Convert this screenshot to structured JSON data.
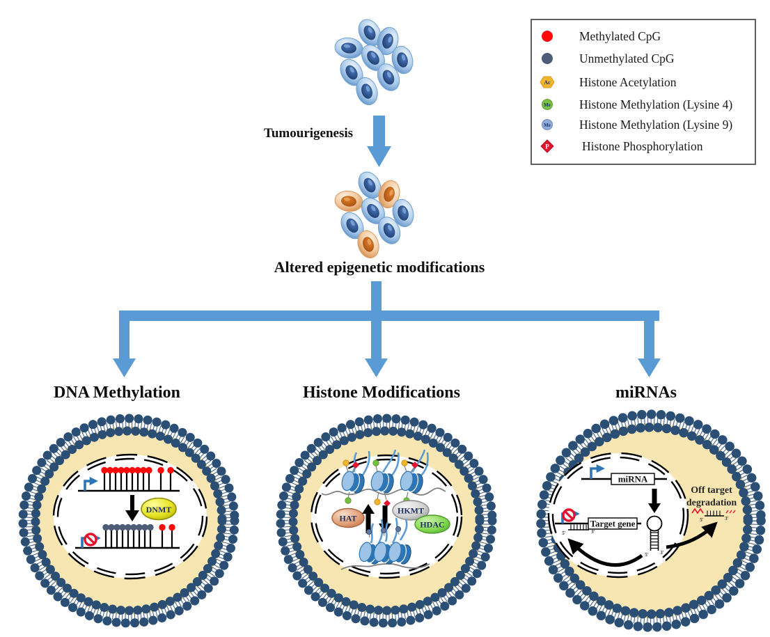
{
  "colors": {
    "arrow_blue": "#5B9BD5",
    "promoter_blue": "#2E75B6",
    "membrane_navy": "#2B4E75",
    "cytoplasm_cream": "#F7E6B2",
    "methylated_red": "#FF0909",
    "unmethylated_slate": "#4D5C77",
    "acetyl_yellow": "#F2B530",
    "methyl_green": "#76C043",
    "methyl_blue": "#8FAADC",
    "phospho_red": "#E8112D",
    "nucleosome_light": "#9DC3E6",
    "nucleosome_dark": "#2E75B6",
    "dna_line_gray": "#7F7F7F"
  },
  "flow": {
    "step1_label": "Tumourigenesis",
    "step2_label": "Altered epigenetic modifications"
  },
  "branches": [
    {
      "label": "DNA Methylation"
    },
    {
      "label": "Histone Modifications"
    },
    {
      "label": "miRNAs"
    }
  ],
  "legend": {
    "items": [
      {
        "icon": "methylated-cpg-dot",
        "label": "Methylated CpG"
      },
      {
        "icon": "unmethylated-cpg-dot",
        "label": "Unmethylated CpG"
      },
      {
        "icon": "acetylation-hexagon",
        "text": "Ac",
        "label": "Histone Acetylation"
      },
      {
        "icon": "methylation-k4-dot",
        "text": "Me",
        "label": "Histone Methylation (Lysine 4)"
      },
      {
        "icon": "methylation-k9-dot",
        "text": "Me",
        "label": "Histone Methylation (Lysine 9)"
      },
      {
        "icon": "phosphorylation-diamond",
        "text": "P",
        "label": "Histone Phosphorylation"
      }
    ]
  },
  "dna_cell": {
    "enzyme": "DNMT",
    "rows": [
      {
        "promoter": "active",
        "packed_count": 9,
        "packed_color": "methylated_red",
        "lone_count": 2,
        "lone_color": "methylated_red"
      },
      {
        "promoter": "blocked",
        "packed_count": 9,
        "packed_color": "unmethylated_slate",
        "lone_count": 2,
        "lone_color": "methylated_red"
      }
    ]
  },
  "histone_cell": {
    "hat": "HAT",
    "hkmt": "HKMT",
    "hdac": "HDAC"
  },
  "mirna_cell": {
    "mirna_label": "miRNA",
    "target_label": "Target gene",
    "offtarget_line1": "Off target",
    "offtarget_line2": "degradation",
    "five_prime": "5′",
    "three_prime": "3′"
  }
}
